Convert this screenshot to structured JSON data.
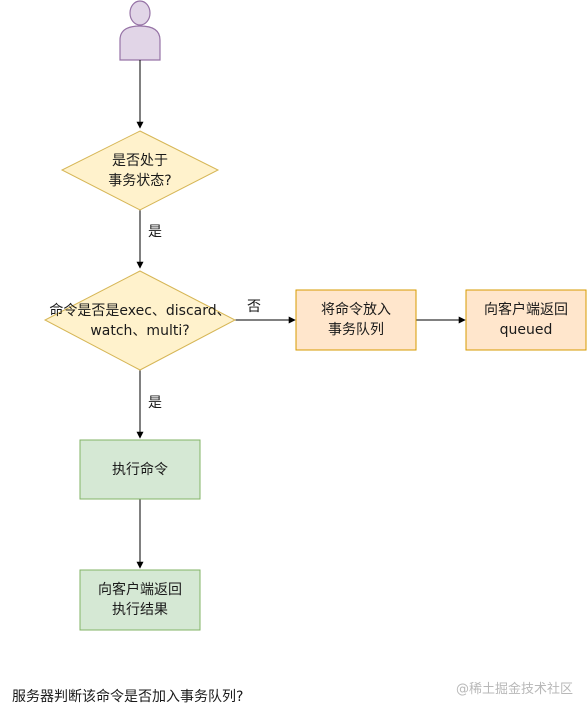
{
  "colors": {
    "actor_fill": "#e1d5e7",
    "actor_stroke": "#9673a6",
    "decision_fill": "#fff2cc",
    "decision_stroke": "#d6b656",
    "queue_fill": "#ffe6cc",
    "queue_stroke": "#d79b00",
    "exec_fill": "#d5e8d4",
    "exec_stroke": "#82b366",
    "edge": "#000000"
  },
  "nodes": {
    "decision_transaction": "是否处于\n事务状态?",
    "decision_command": "命令是否是exec、discard、\nwatch、multi?",
    "enqueue": "将命令放入\n事务队列",
    "reply_queued": "向客户端返回\nqueued",
    "execute": "执行命令",
    "reply_result": "向客户端返回\n执行结果"
  },
  "edges": {
    "label_yes_1": "是",
    "label_no": "否",
    "label_yes_2": "是"
  },
  "caption": "服务器判断该命令是否加入事务队列?",
  "watermark": "@稀土掘金技术社区"
}
